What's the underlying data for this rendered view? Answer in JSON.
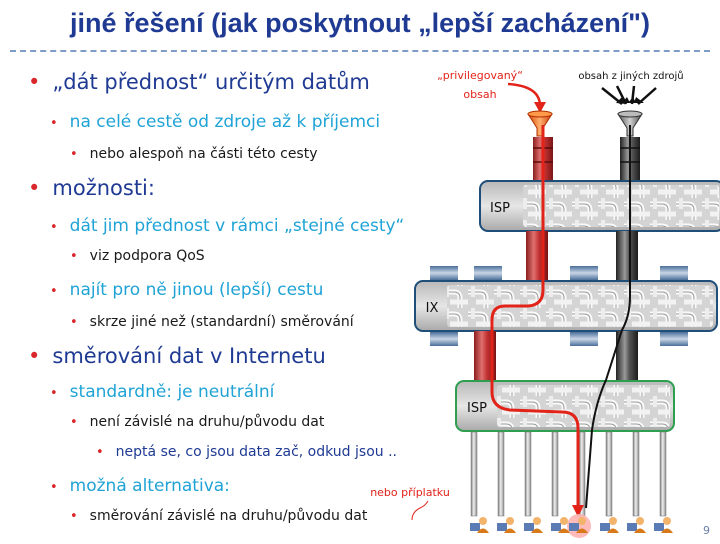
{
  "slide": {
    "title": "jiné řešení (jak poskytnout „lepší zacházení\")",
    "page_number": "9",
    "bullets": [
      "„dát přednost“ určitým datům",
      "na celé cestě od zdroje až k příjemci",
      "nebo alespoň na části této cesty",
      "možnosti:",
      "dát jim přednost v rámci „stejné cesty“",
      "viz podpora QoS",
      "najít pro ně jinou (lepší) cestu",
      "skrze jiné než (standardní) směrování",
      "směrování dat v Internetu",
      "standardně: je neutrální",
      "není závislé na druhu/původu dat",
      "neptá se, co jsou data zač, odkud jsou ..",
      "možná alternativa:",
      "směrování závislé na druhu/původu dat"
    ]
  },
  "diagram": {
    "privileged_label": "„privilegovaný“ obsah",
    "privileged_label_line1": "„privilegovaný“",
    "privileged_label_line2": "obsah",
    "other_sources_label": "obsah z jiných zdrojů",
    "surcharge_label": "nebo příplatku",
    "isp_top": "ISP",
    "ix": "IX",
    "isp_bottom": "ISP",
    "colors": {
      "accent_red": "#e2231a",
      "privileged_pipe": "#b83232",
      "other_pipe": "#444444",
      "box_border": "#1f4e79",
      "isp_bottom_border": "#2e9e4f"
    },
    "icons": [
      "funnel-icon",
      "user-icon"
    ]
  }
}
